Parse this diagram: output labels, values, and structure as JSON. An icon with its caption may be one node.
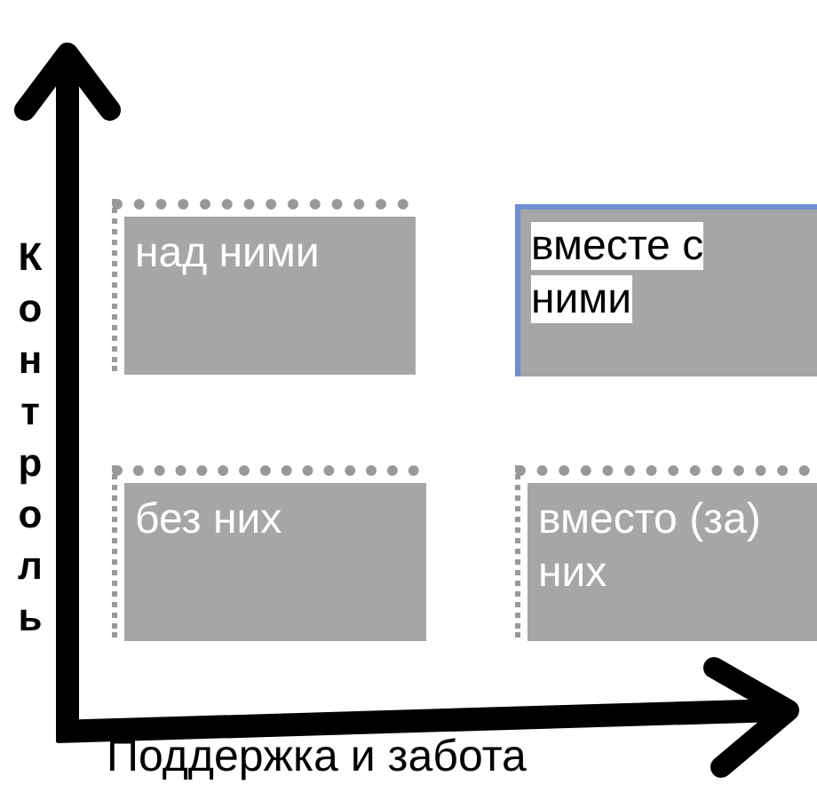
{
  "diagram": {
    "nodes": [
      {
        "text": [
          "над ними"
        ]
      },
      {
        "text": [
          "вместе с ними"
        ]
      },
      {
        "text": [
          "без них"
        ]
      },
      {
        "text": [
          "вместо (за) них"
        ]
      }
    ],
    "labels": [
      "Контроль",
      "Поддержка и забота"
    ]
  }
}
